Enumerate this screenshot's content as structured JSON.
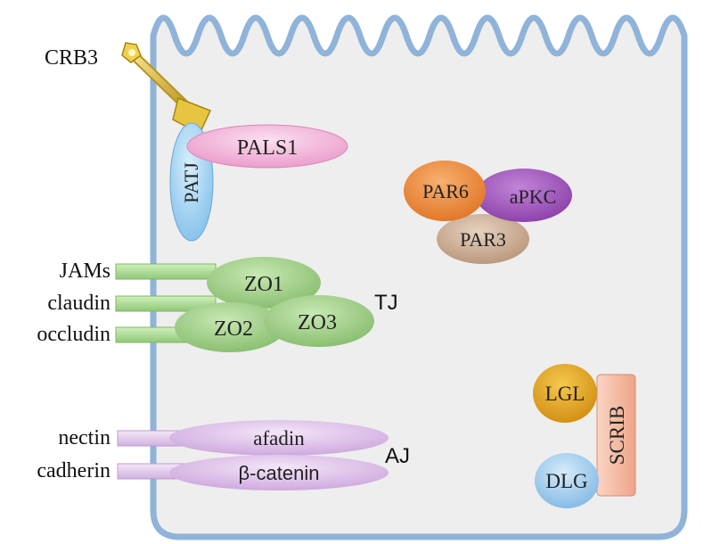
{
  "labels": {
    "crb3": "CRB3",
    "pals1": "PALS1",
    "patj": "PATJ",
    "par6": "PAR6",
    "apkc": "aPKC",
    "par3": "PAR3",
    "jams": "JAMs",
    "claudin": "claudin",
    "occludin": "occludin",
    "zo1": "ZO1",
    "zo2": "ZO2",
    "zo3": "ZO3",
    "tj": "TJ",
    "nectin": "nectin",
    "cadherin": "cadherin",
    "afadin": "afadin",
    "beta_catenin": "β-catenin",
    "aj": "AJ",
    "lgl": "LGL",
    "dlg": "DLG",
    "scrib": "SCRIB"
  },
  "colors": {
    "cell_fill": "#eeeeee",
    "membrane": "#8fb3d9",
    "pals1": "#f2aed6",
    "patj": "#9fd0f0",
    "par6": "#ee8a3a",
    "apkc": "#9b4fb8",
    "par3": "#c8a88c",
    "zo": "#9ccc86",
    "claudin_bar": "#a8d890",
    "afadin": "#dcbce8",
    "lgl": "#e0a020",
    "dlg": "#8fc0e8",
    "scrib": "#f4b8a0",
    "crb3": "#d8b840"
  }
}
